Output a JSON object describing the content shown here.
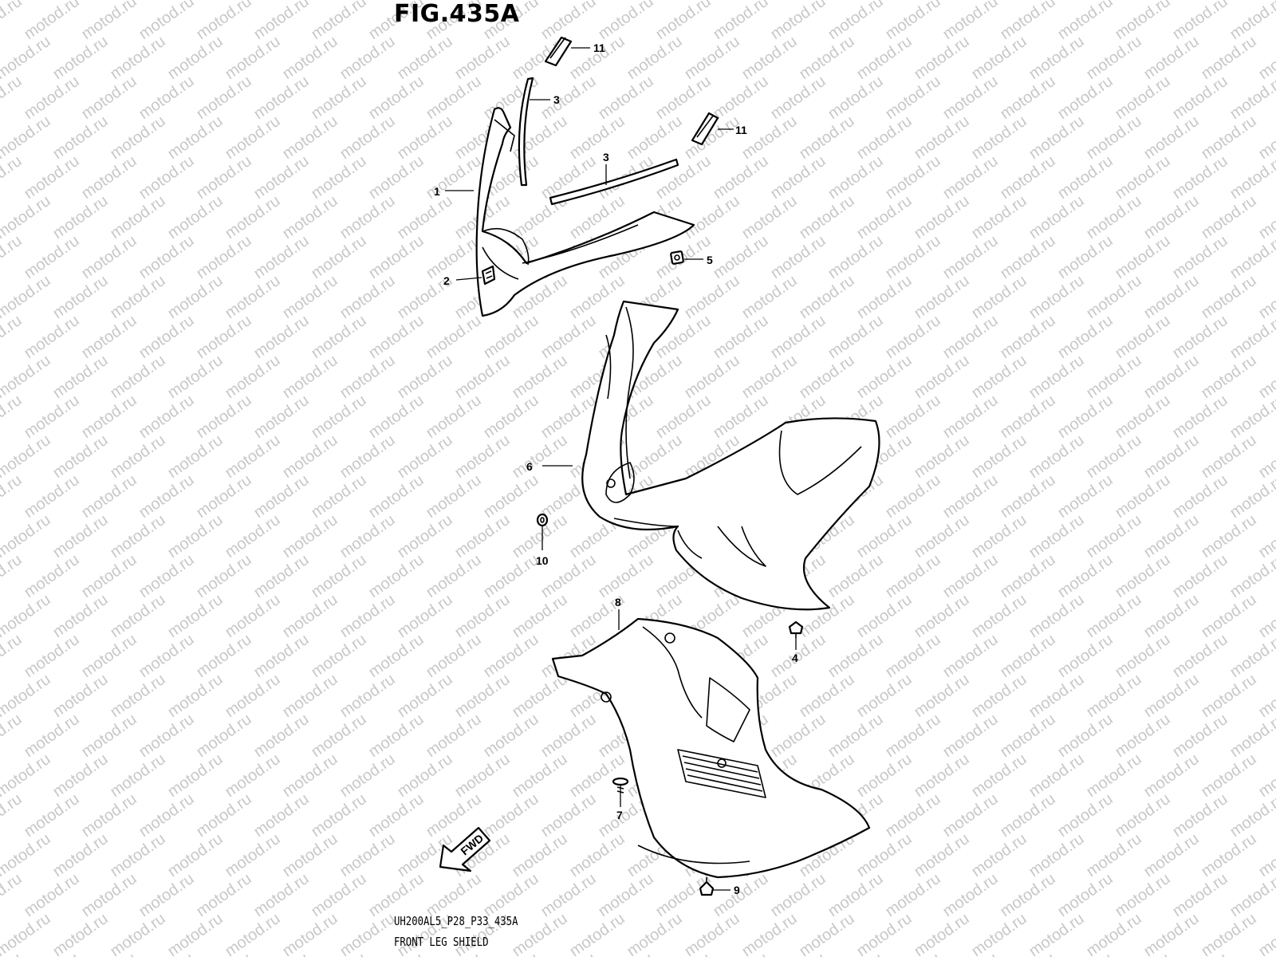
{
  "figure": {
    "title": "FIG.435A",
    "code": "UH200AL5_P28_P33_435A",
    "name": "FRONT LEG SHIELD",
    "watermark": "motod.ru",
    "fwd_label": "FWD"
  },
  "callouts": [
    {
      "id": "c1",
      "label": "1"
    },
    {
      "id": "c2",
      "label": "2"
    },
    {
      "id": "c3a",
      "label": "3"
    },
    {
      "id": "c3b",
      "label": "3"
    },
    {
      "id": "c4",
      "label": "4"
    },
    {
      "id": "c5",
      "label": "5"
    },
    {
      "id": "c6",
      "label": "6"
    },
    {
      "id": "c7",
      "label": "7"
    },
    {
      "id": "c8",
      "label": "8"
    },
    {
      "id": "c9",
      "label": "9"
    },
    {
      "id": "c10",
      "label": "10"
    },
    {
      "id": "c11a",
      "label": "11"
    },
    {
      "id": "c11b",
      "label": "11"
    }
  ]
}
